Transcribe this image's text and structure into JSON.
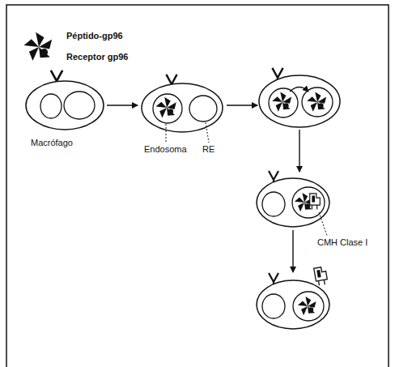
{
  "diagram": {
    "labels": [
      "Péptido-gp96",
      "Receptor gp96",
      "Macrófago",
      "Endosoma",
      "RE",
      "CMH Clase I"
    ]
  }
}
